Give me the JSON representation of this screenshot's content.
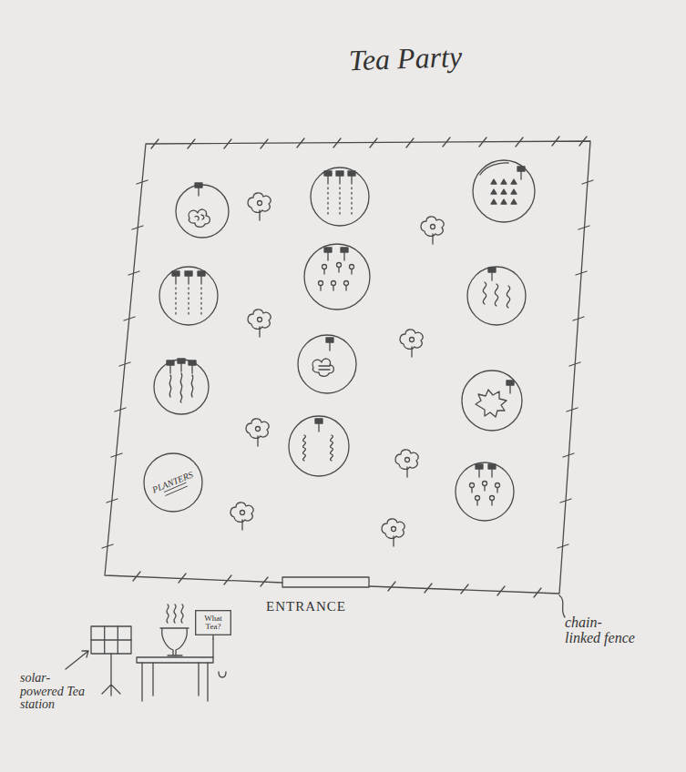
{
  "diagram": {
    "title": "Tea Party",
    "nodes": [
      {
        "text": [
          "PLANTERS"
        ]
      },
      {
        "text": [
          "What Tea?"
        ]
      }
    ],
    "labels": [
      "ENTRANCE",
      "chain-linked fence",
      "solar-powered Tea station"
    ]
  }
}
